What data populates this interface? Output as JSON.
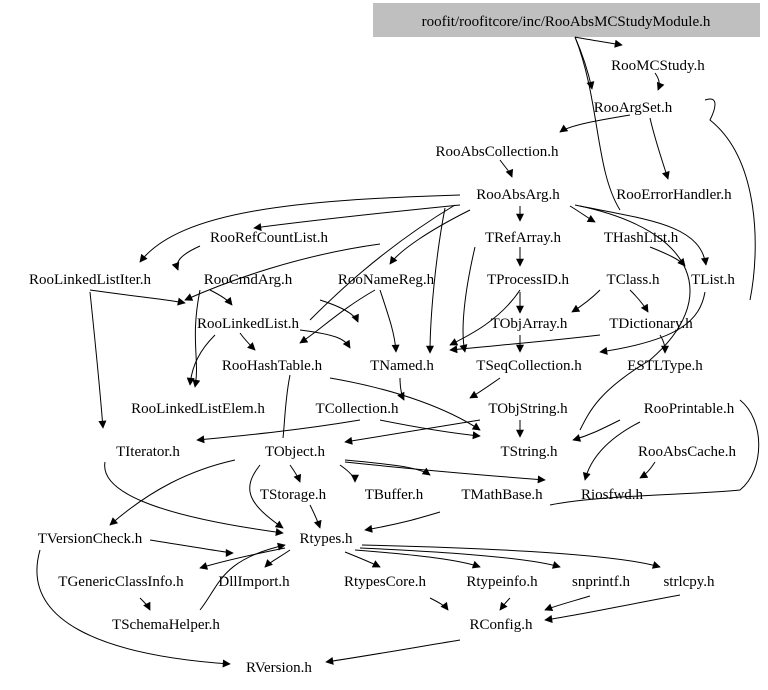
{
  "graph": {
    "root": "roofit/roofitcore/inc/RooAbsMCStudyModule.h",
    "colors": {
      "root_fill": "#bfbfbf",
      "edge": "#000000",
      "text": "#000000",
      "background": "#ffffff"
    },
    "nodes": {
      "root": "roofit/roofitcore/inc/RooAbsMCStudyModule.h",
      "rooMCStudy": "RooMCStudy.h",
      "rooArgSet": "RooArgSet.h",
      "rooAbsCollection": "RooAbsCollection.h",
      "rooAbsArg": "RooAbsArg.h",
      "rooErrorHandler": "RooErrorHandler.h",
      "rooRefCountList": "RooRefCountList.h",
      "tRefArray": "TRefArray.h",
      "tHashList": "THashList.h",
      "rooLinkedListIter": "RooLinkedListIter.h",
      "rooCmdArg": "RooCmdArg.h",
      "rooNameReg": "RooNameReg.h",
      "tProcessID": "TProcessID.h",
      "tClass": "TClass.h",
      "tList": "TList.h",
      "rooLinkedList": "RooLinkedList.h",
      "tObjArray": "TObjArray.h",
      "tDictionary": "TDictionary.h",
      "rooHashTable": "RooHashTable.h",
      "tNamed": "TNamed.h",
      "tSeqCollection": "TSeqCollection.h",
      "eSTLType": "ESTLType.h",
      "rooLinkedListElem": "RooLinkedListElem.h",
      "tCollection": "TCollection.h",
      "tObjString": "TObjString.h",
      "rooPrintable": "RooPrintable.h",
      "tIterator": "TIterator.h",
      "tObject": "TObject.h",
      "tString": "TString.h",
      "rooAbsCache": "RooAbsCache.h",
      "tStorage": "TStorage.h",
      "tBuffer": "TBuffer.h",
      "tMathBase": "TMathBase.h",
      "riosfwd": "Riosfwd.h",
      "tVersionCheck": "TVersionCheck.h",
      "rtypes": "Rtypes.h",
      "tGenericClassInfo": "TGenericClassInfo.h",
      "dllImport": "DllImport.h",
      "rtypesCore": "RtypesCore.h",
      "rtypeinfo": "Rtypeinfo.h",
      "snprintf": "snprintf.h",
      "strlcpy": "strlcpy.h",
      "tSchemaHelper": "TSchemaHelper.h",
      "rConfig": "RConfig.h",
      "rVersion": "RVersion.h"
    }
  }
}
